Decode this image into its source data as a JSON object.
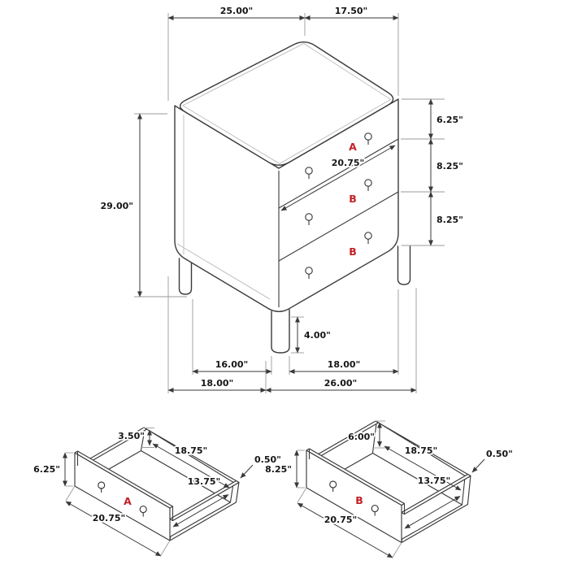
{
  "colors": {
    "line": "#3a3a3a",
    "accent": "#c22126"
  },
  "main_view": {
    "top_width": "25.00\"",
    "top_depth": "17.50\"",
    "overall_height": "29.00\"",
    "drawer_heights": [
      "6.25\"",
      "8.25\"",
      "8.25\""
    ],
    "drawer_front_width": "20.75\"",
    "drawer_labels": [
      "A",
      "B",
      "B"
    ],
    "leg_height": "4.00\"",
    "base_left_spacing": "16.00\"",
    "base_right_spacing": "18.00\"",
    "overall_depth": "18.00\"",
    "overall_width": "26.00\""
  },
  "drawer_a_detail": {
    "label": "A",
    "side_height": "3.50\"",
    "inner_width": "18.75\"",
    "wall_thickness": "0.50\"",
    "inner_depth": "13.75\"",
    "front_height": "6.25\"",
    "front_width": "20.75\""
  },
  "drawer_b_detail": {
    "label": "B",
    "side_height": "6.00\"",
    "inner_width": "18.75\"",
    "wall_thickness": "0.50\"",
    "inner_depth": "13.75\"",
    "front_height": "8.25\"",
    "front_width": "20.75\""
  }
}
